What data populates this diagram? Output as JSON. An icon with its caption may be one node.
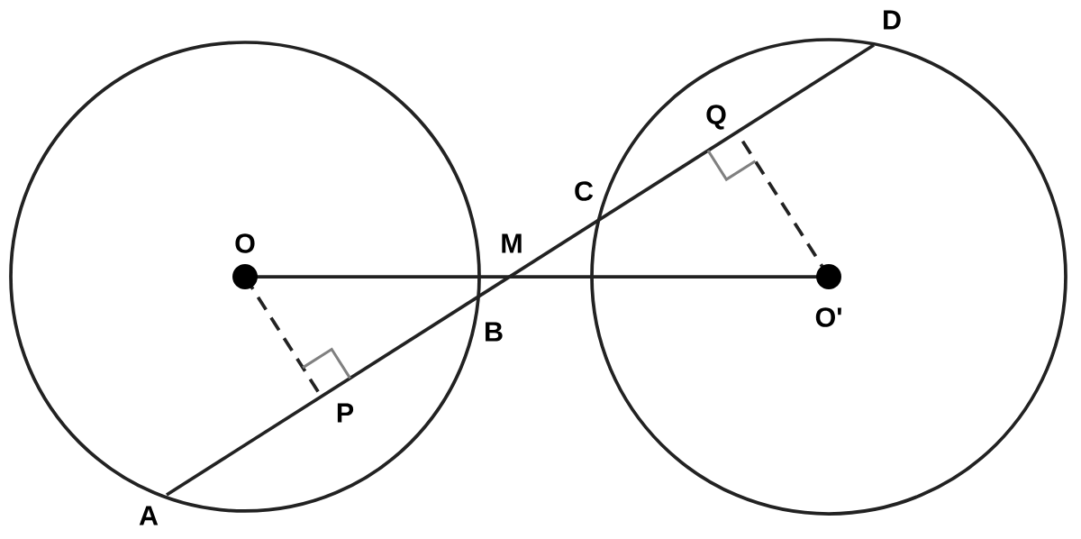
{
  "diagram": {
    "labels": [
      "D",
      "Q",
      "C",
      "O",
      "M",
      "B",
      "O'",
      "P",
      "A"
    ]
  }
}
